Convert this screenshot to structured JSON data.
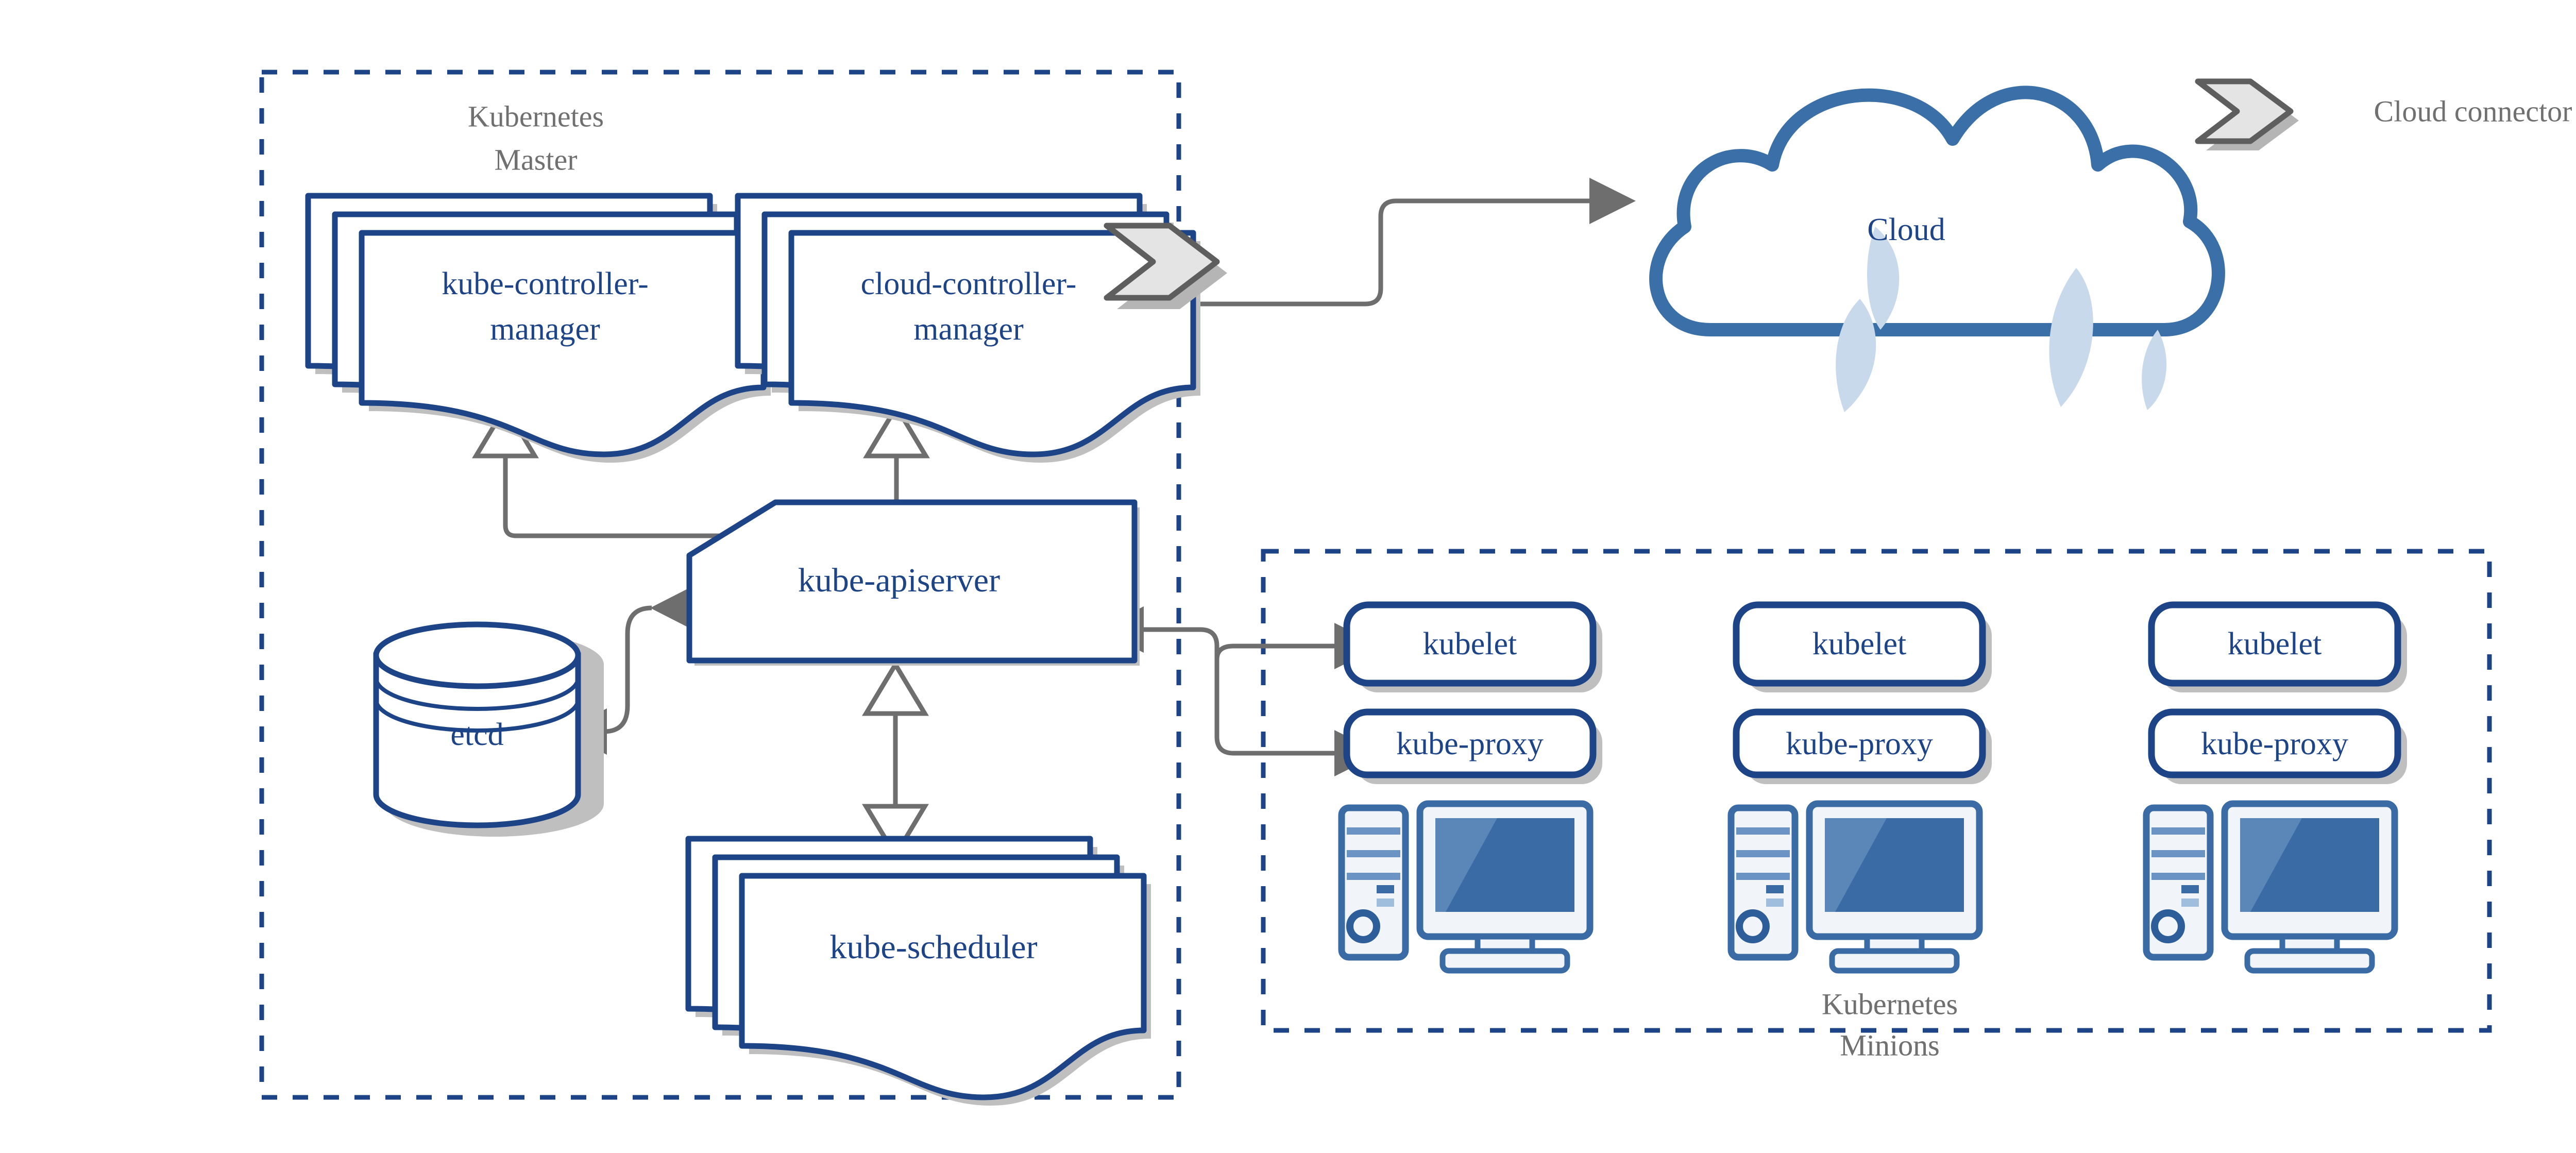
{
  "diagram": {
    "title": "Kubernetes architecture overview",
    "colors": {
      "blue_stroke": "#1E4488",
      "cloud_stroke": "#3A6FA8",
      "cloud_sliver": "#C9D9EC",
      "connector_gray": "#6E6E6E",
      "shadow_gray": "#BFBFBF",
      "label_gray": "#707070",
      "icon_blue": "#3A6BA5",
      "icon_band": "#6B93C4",
      "icon_fill": "#F1F5FA",
      "chevron_fill": "#E4E4E4",
      "chevron_stroke": "#5E5E5E",
      "background": "#FFFFFF"
    },
    "groups": {
      "master": {
        "label_line1": "Kubernetes",
        "label_line2": "Master"
      },
      "minions": {
        "label_line1": "Kubernetes",
        "label_line2": "Minions"
      }
    },
    "master_components": {
      "kube_controller_manager": {
        "line1": "kube-controller-",
        "line2": "manager",
        "shape": "document-stack",
        "stack_count": 3
      },
      "cloud_controller_manager": {
        "line1": "cloud-controller-",
        "line2": "manager",
        "shape": "document-stack",
        "stack_count": 3
      },
      "kube_apiserver": {
        "label": "kube-apiserver",
        "shape": "cut-corner-rectangle"
      },
      "etcd": {
        "label": "etcd",
        "shape": "cylinder"
      },
      "kube_scheduler": {
        "label": "kube-scheduler",
        "shape": "document-stack",
        "stack_count": 3
      }
    },
    "cloud": {
      "label": "Cloud",
      "shape": "cloud"
    },
    "legend": {
      "icon": "cloud-connector-chevron-icon",
      "label": "Cloud connector"
    },
    "nodes": [
      {
        "kubelet": "kubelet",
        "kube_proxy": "kube-proxy",
        "computer_icon": "computer-tower-monitor-icon"
      },
      {
        "kubelet": "kubelet",
        "kube_proxy": "kube-proxy",
        "computer_icon": "computer-tower-monitor-icon"
      },
      {
        "kubelet": "kubelet",
        "kube_proxy": "kube-proxy",
        "computer_icon": "computer-tower-monitor-icon"
      }
    ],
    "connectors": [
      {
        "from": "kube-controller-manager",
        "to": "kube-apiserver",
        "direction": "bidirectional-join"
      },
      {
        "from": "cloud-controller-manager",
        "to": "kube-apiserver",
        "direction": "bidirectional-join"
      },
      {
        "from": "cloud-controller-manager",
        "to": "Cloud",
        "direction": "to-cloud"
      },
      {
        "from": "kube-apiserver",
        "to": "etcd",
        "direction": "bidirectional"
      },
      {
        "from": "kube-apiserver",
        "to": "kube-scheduler",
        "direction": "bidirectional"
      },
      {
        "from": "kube-apiserver",
        "to": "kubelet",
        "direction": "bidirectional"
      },
      {
        "from": "kube-apiserver",
        "to": "kube-proxy",
        "direction": "bidirectional"
      }
    ]
  }
}
